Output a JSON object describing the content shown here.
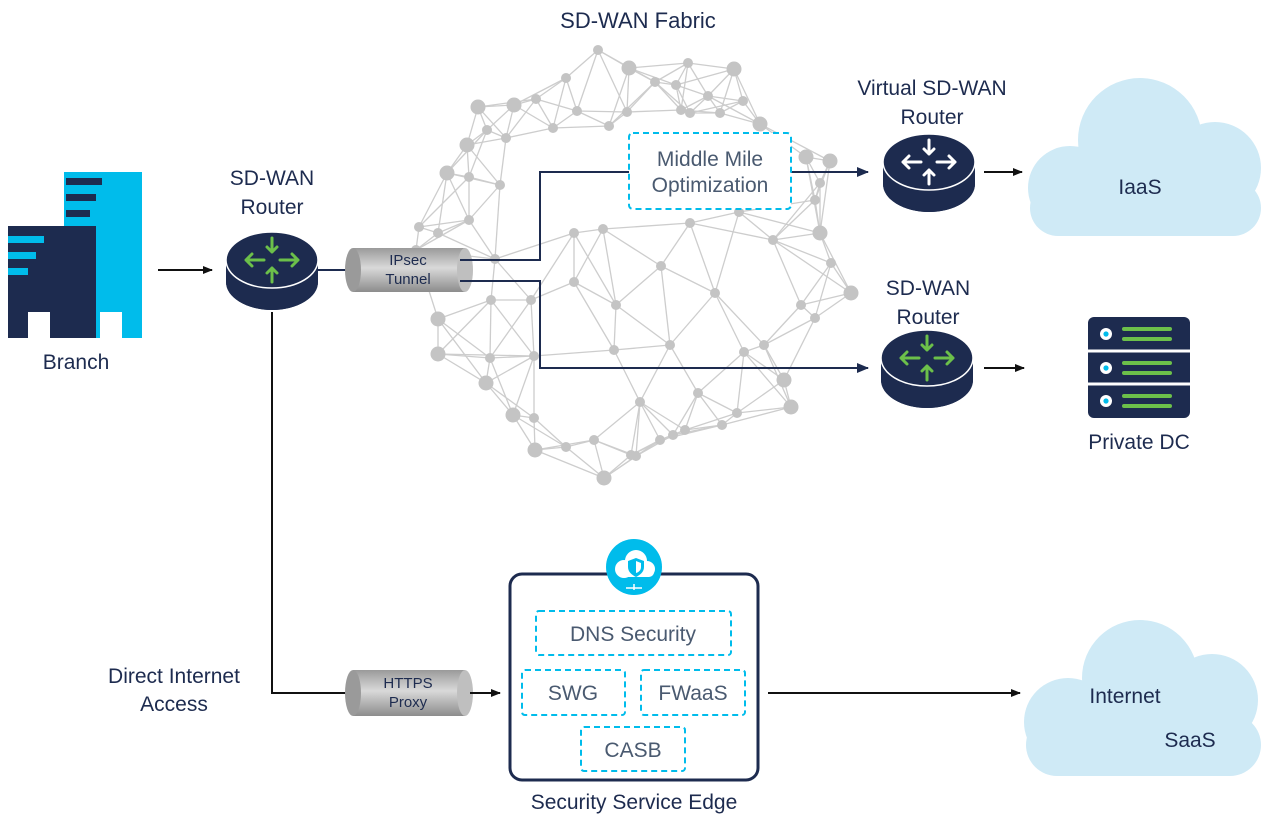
{
  "fabric_title": "SD-WAN Fabric",
  "branch": {
    "label": "Branch"
  },
  "edge_router": {
    "label_line1": "SD-WAN",
    "label_line2": "Router"
  },
  "ipsec_tunnel": {
    "line1": "IPsec",
    "line2": "Tunnel"
  },
  "middle_mile": {
    "line1": "Middle Mile",
    "line2": "Optimization"
  },
  "virtual_router": {
    "line1": "Virtual SD-WAN",
    "line2": "Router"
  },
  "dc_router": {
    "line1": "SD-WAN",
    "line2": "Router"
  },
  "iaas_cloud": {
    "label": "IaaS"
  },
  "private_dc": {
    "label": "Private DC"
  },
  "dia": {
    "line1": "Direct Internet",
    "line2": "Access"
  },
  "https_proxy": {
    "line1": "HTTPS",
    "line2": "Proxy"
  },
  "sse": {
    "title": "Security Service Edge",
    "dns": "DNS Security",
    "swg": "SWG",
    "fwaas": "FWaaS",
    "casb": "CASB"
  },
  "internet_cloud": {
    "line1": "Internet",
    "line2": "SaaS"
  },
  "colors": {
    "navy": "#1d2b4f",
    "accent_blue": "#00bceb",
    "arrow_green": "#6cc04a",
    "cloud_fill": "#cfeaf6",
    "mesh_gray": "#c8c8c8",
    "text_dark": "#1d2b4f",
    "text_gray": "#4a5a70"
  }
}
